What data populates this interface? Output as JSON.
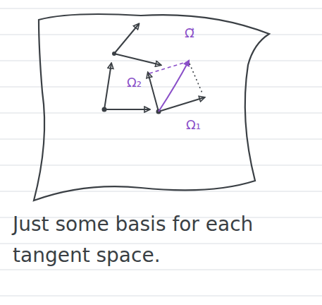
{
  "diagram": {
    "labels": [
      "Ω⃗",
      "Ω₂",
      "Ω₁",
      "Just some basis for each tangent space."
    ]
  }
}
